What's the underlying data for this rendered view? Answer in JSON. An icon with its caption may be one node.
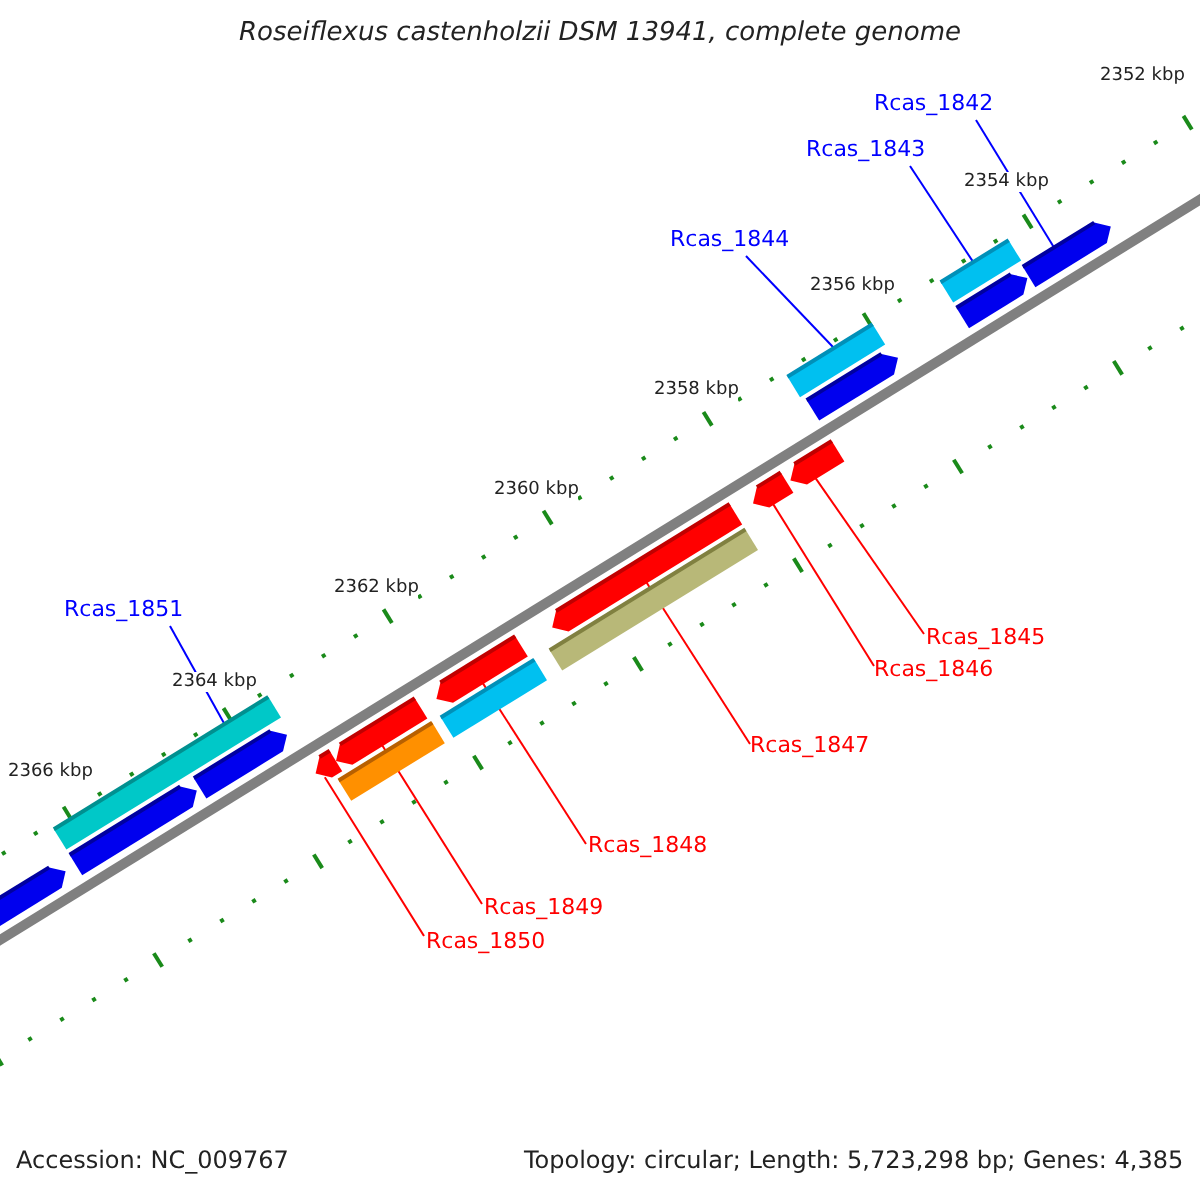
{
  "diagram": {
    "title": "Roseiflexus castenholzii DSM 13941, complete genome",
    "nodes": [
      {
        "text": [
          "Rcas_1842"
        ]
      },
      {
        "text": [
          "Rcas_1843"
        ]
      },
      {
        "text": [
          "Rcas_1844"
        ]
      },
      {
        "text": [
          "Rcas_1851"
        ]
      },
      {
        "text": [
          "Rcas_1845"
        ]
      },
      {
        "text": [
          "Rcas_1846"
        ]
      },
      {
        "text": [
          "Rcas_1847"
        ]
      },
      {
        "text": [
          "Rcas_1848"
        ]
      },
      {
        "text": [
          "Rcas_1849"
        ]
      },
      {
        "text": [
          "Rcas_1850"
        ]
      },
      {
        "text": [],
        "shape": "bar"
      },
      {
        "text": [],
        "shape": "bar"
      },
      {
        "text": [],
        "shape": "bar"
      },
      {
        "text": [],
        "shape": "bar"
      },
      {
        "text": [],
        "shape": "bar"
      },
      {
        "text": [],
        "shape": "bar"
      },
      {
        "text": [],
        "shape": "bar"
      },
      {
        "text": [],
        "shape": "bar"
      },
      {
        "text": [],
        "shape": "bar"
      },
      {
        "text": [],
        "shape": "bar"
      }
    ],
    "edges": [
      {
        "from": 0,
        "to": 10,
        "arrow": "none",
        "color": "#0000ff"
      },
      {
        "from": 1,
        "to": 11,
        "arrow": "none",
        "color": "#0000ff"
      },
      {
        "from": 2,
        "to": 12,
        "arrow": "none",
        "color": "#0000ff"
      },
      {
        "from": 3,
        "to": 13,
        "arrow": "none",
        "color": "#0000ff"
      },
      {
        "from": 4,
        "to": 14,
        "arrow": "none"
      },
      {
        "from": 5,
        "to": 15,
        "arrow": "none"
      },
      {
        "from": 6,
        "to": 16,
        "arrow": "none"
      },
      {
        "from": 7,
        "to": 17,
        "arrow": "none"
      },
      {
        "from": 8,
        "to": 18,
        "arrow": "none"
      },
      {
        "from": 9,
        "to": 19,
        "arrow": "none"
      }
    ],
    "labels": [
      "2352 kbp",
      "2354 kbp",
      "2356 kbp",
      "2358 kbp",
      "2360 kbp",
      "2362 kbp",
      "2364 kbp",
      "2366 kbp",
      "Accession: NC_009767",
      "Topology: circular; Length: 5,723,298 bp; Genes: 4,385"
    ]
  }
}
